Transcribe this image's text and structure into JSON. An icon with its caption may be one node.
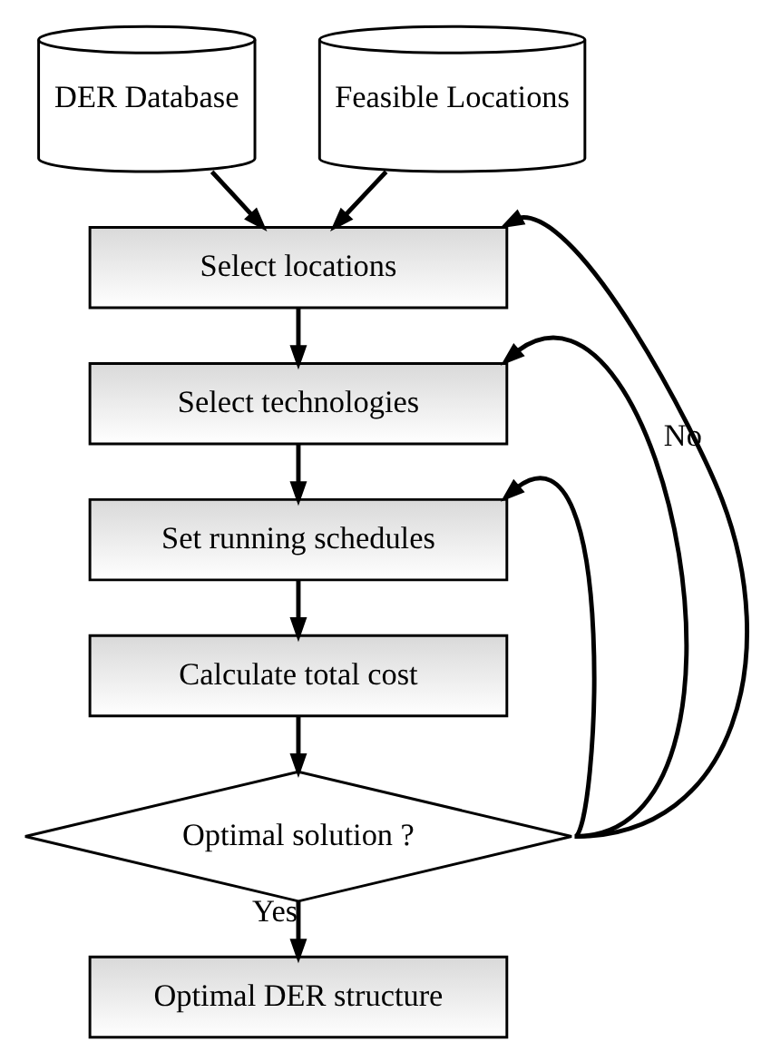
{
  "diagram": {
    "nodes": [
      {
        "text": [
          "DER Database"
        ]
      },
      {
        "text": [
          "Feasible Locations"
        ]
      },
      {
        "text": [
          "Select locations"
        ]
      },
      {
        "text": [
          "Select technologies"
        ]
      },
      {
        "text": [
          "Set running schedules"
        ]
      },
      {
        "text": [
          "Calculate total cost"
        ]
      },
      {
        "text": [
          "Optimal solution ?"
        ]
      },
      {
        "text": [
          "Optimal DER structure"
        ]
      }
    ],
    "edges": [
      {
        "from": 0,
        "to": 2,
        "arrow": "to"
      },
      {
        "from": 1,
        "to": 2,
        "arrow": "to"
      },
      {
        "from": 2,
        "to": 3,
        "arrow": "to"
      },
      {
        "from": 3,
        "to": 4,
        "arrow": "to"
      },
      {
        "from": 4,
        "to": 5,
        "arrow": "to"
      },
      {
        "from": 5,
        "to": 6,
        "arrow": "to"
      },
      {
        "from": 6,
        "to": 7,
        "arrow": "to",
        "label": "Yes"
      },
      {
        "from": 6,
        "to": 2,
        "arrow": "to",
        "label": "No"
      },
      {
        "from": 6,
        "to": 3,
        "arrow": "to"
      },
      {
        "from": 6,
        "to": 4,
        "arrow": "to"
      }
    ]
  }
}
